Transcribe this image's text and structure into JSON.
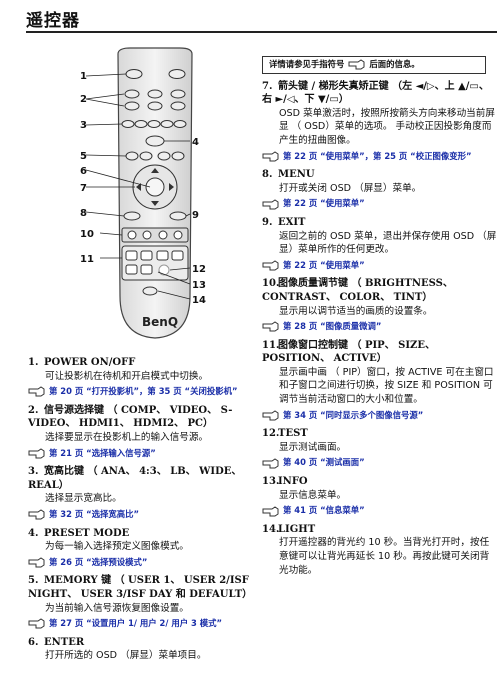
{
  "page": {
    "title": "遥控器"
  },
  "note": {
    "text_before": "详情请参见手指符号",
    "text_after": "后面的信息。"
  },
  "remote": {
    "brand": "BenQ",
    "callouts": [
      "1",
      "2",
      "3",
      "4",
      "5",
      "6",
      "7",
      "8",
      "9",
      "10",
      "11",
      "12",
      "13",
      "14"
    ]
  },
  "items_left": [
    {
      "num": "1.",
      "title": "POWER ON/OFF",
      "body": "可让投影机在待机和开启模式中切换。",
      "ref": "第 20 页 “打开投影机”，第 35 页 “关闭投影机”"
    },
    {
      "num": "2.",
      "title": "信号源选择键 （ COMP、 VIDEO、 S-VIDEO、 HDMI1、 HDMI2、 PC）",
      "body": "选择要显示在投影机上的输入信号源。",
      "ref": "第 21 页 “选择输入信号源”"
    },
    {
      "num": "3.",
      "title": "宽高比键 （ ANA、 4:3、 LB、 WIDE、 REAL）",
      "body": "选择显示宽高比。",
      "ref": "第 32 页 “选择宽高比”"
    },
    {
      "num": "4.",
      "title": "PRESET MODE",
      "body": "为每一输入选择预定义图像模式。",
      "ref": "第 26 页 “选择预设模式”"
    },
    {
      "num": "5.",
      "title": "MEMORY 键 （ USER 1、 USER 2/ISF NIGHT、 USER 3/ISF DAY 和 DEFAULT）",
      "body": "为当前输入信号源恢复图像设置。",
      "ref": "第 27 页 “设置用户 1/ 用户 2/ 用户 3 模式”"
    },
    {
      "num": "6.",
      "title": "ENTER",
      "body": "打开所选的 OSD （屏显）菜单项目。",
      "ref": ""
    }
  ],
  "items_right": [
    {
      "num": "7.",
      "title": "箭头键 / 梯形失真矫正键 （左 ◄/▷、上 ▲/▭、右 ►/◁、下 ▼/▭）",
      "body": "OSD 菜单激活时，按照所按箭头方向来移动当前屏显 （ OSD）菜单的选项。 手动校正因投影角度而产生的扭曲图像。",
      "ref": "第 22 页 “使用菜单”，第 25 页 “校正图像变形”"
    },
    {
      "num": "8.",
      "title": "MENU",
      "body": "打开或关闭 OSD （屏显）菜单。",
      "ref": "第 22 页 “使用菜单”"
    },
    {
      "num": "9.",
      "title": "EXIT",
      "body": "返回之前的 OSD 菜单，退出并保存使用 OSD （屏显）菜单所作的任何更改。",
      "ref": "第 22 页 “使用菜单”"
    },
    {
      "num": "10.",
      "title": "图像质量调节键 （ BRIGHTNESS、 CONTRAST、 COLOR、 TINT）",
      "body": "显示用以调节适当的画质的设置条。",
      "ref": "第 28 页 “图像质量微调”"
    },
    {
      "num": "11.",
      "title": "图像窗口控制键 （ PIP、 SIZE、 POSITION、 ACTIVE）",
      "body": "显示画中画 （ PIP）窗口，按 ACTIVE 可在主窗口和子窗口之间进行切换，按 SIZE 和 POSITION 可调节当前活动窗口的大小和位置。",
      "ref": "第 34 页 “同时显示多个图像信号源”"
    },
    {
      "num": "12.",
      "title": "TEST",
      "body": "显示测试画面。",
      "ref": "第 40 页 “测试画面”"
    },
    {
      "num": "13.",
      "title": "INFO",
      "body": "显示信息菜单。",
      "ref": "第 41 页 “信息菜单”"
    },
    {
      "num": "14.",
      "title": "LIGHT",
      "body": "打开遥控器的背光约 10 秒。当背光打开时，按任意键可以让背光再延长 10 秒。再按此键可关闭背光功能。",
      "ref": ""
    }
  ]
}
